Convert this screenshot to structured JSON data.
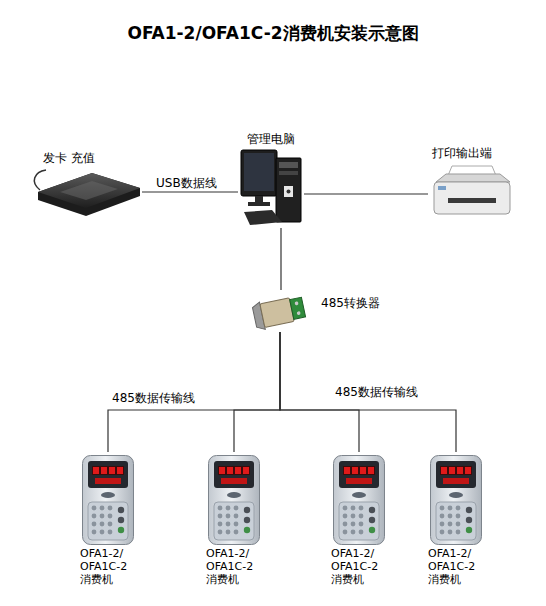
{
  "diagram": {
    "title": "OFA1-2/OFA1C-2消费机安装示意图",
    "nodes": [
      {
        "text": [
          "发卡 充值"
        ]
      },
      {
        "text": [
          "管理电脑"
        ]
      },
      {
        "text": [
          "打印输出端"
        ]
      },
      {
        "text": [
          "485转换器"
        ]
      },
      {
        "text": [
          "OFA1-2/ OFA1C-2 消费机"
        ]
      },
      {
        "text": [
          "OFA1-2/ OFA1C-2 消费机"
        ]
      },
      {
        "text": [
          "OFA1-2/ OFA1C-2 消费机"
        ]
      },
      {
        "text": [
          "OFA1-2/ OFA1C-2 消费机"
        ]
      }
    ],
    "edges": [
      {
        "from": 0,
        "to": 1,
        "arrow": "none",
        "label": "USB数据线"
      },
      {
        "from": 1,
        "to": 2,
        "arrow": "none"
      },
      {
        "from": 1,
        "to": 3,
        "arrow": "none"
      },
      {
        "from": 3,
        "to": 4,
        "arrow": "none",
        "label": "485数据传输线"
      },
      {
        "from": 3,
        "to": 5,
        "arrow": "none"
      },
      {
        "from": 3,
        "to": 6,
        "arrow": "none"
      },
      {
        "from": 3,
        "to": 7,
        "arrow": "none",
        "label": "485数据传输线"
      }
    ]
  }
}
